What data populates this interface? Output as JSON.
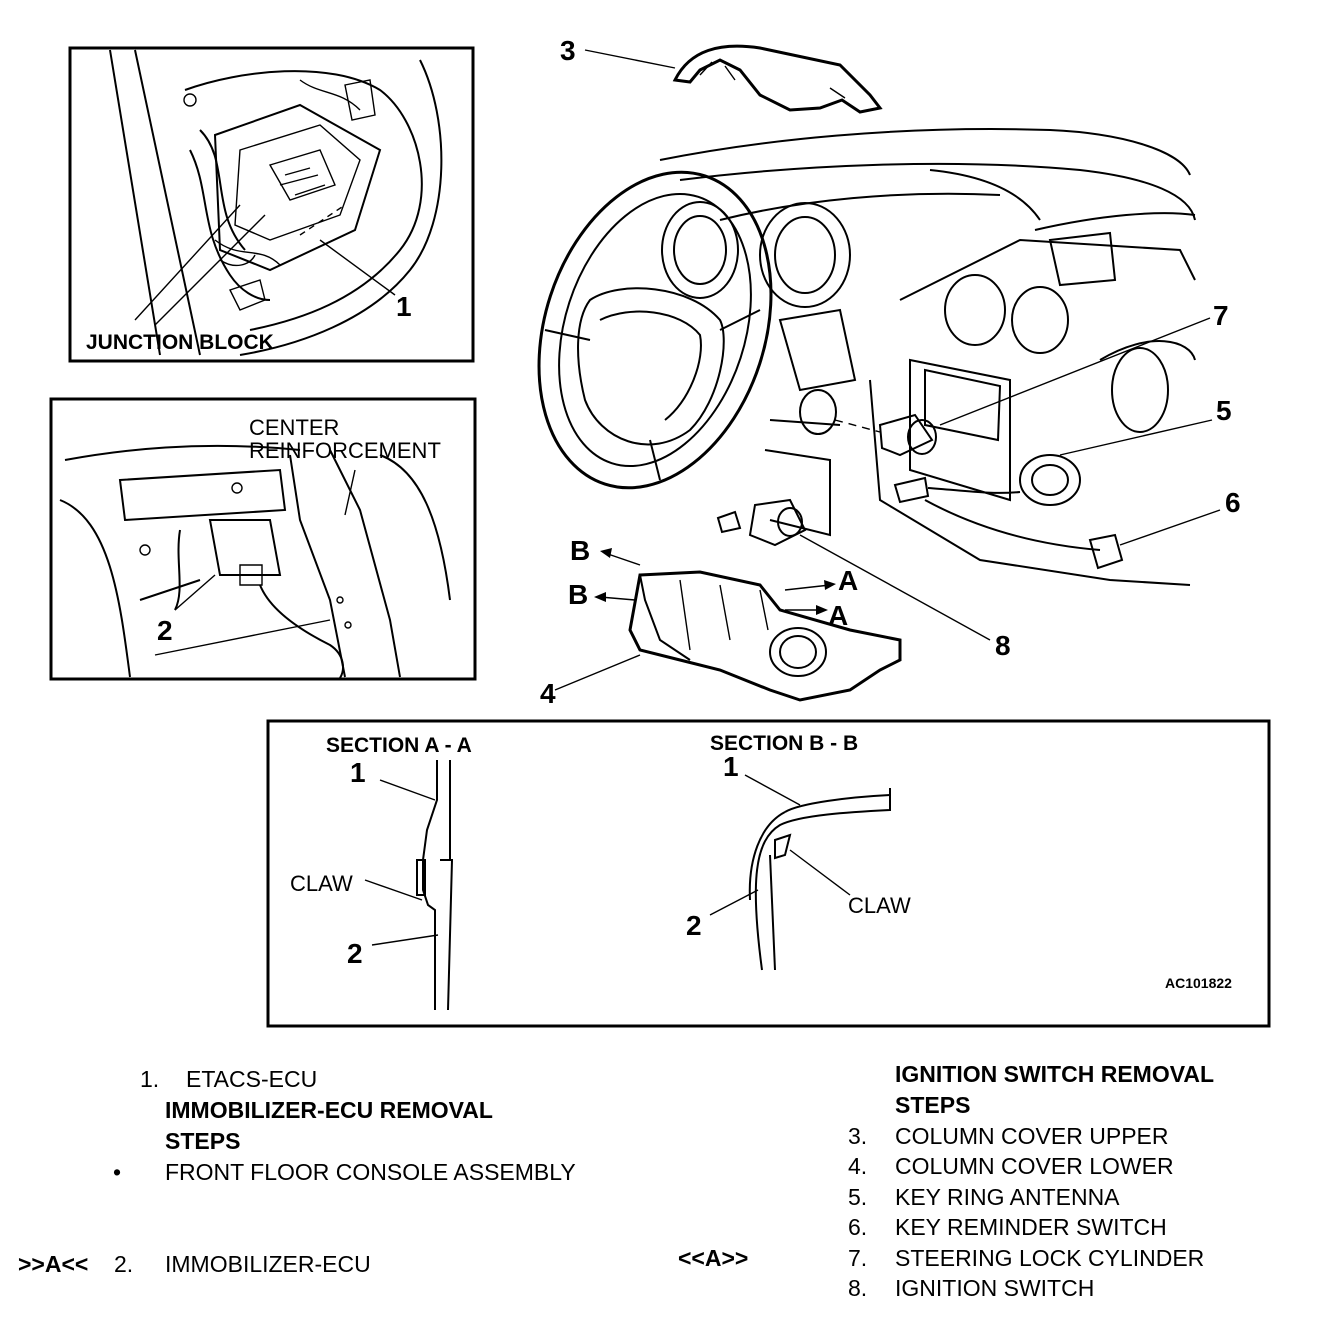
{
  "callouts": {
    "junction_block": "JUNCTION BLOCK",
    "center_reinforcement_1": "CENTER",
    "center_reinforcement_2": "REINFORCEMENT",
    "n1": "1",
    "n2": "2",
    "n3": "3",
    "n4": "4",
    "n5": "5",
    "n6": "6",
    "n7": "7",
    "n8": "8",
    "a": "A",
    "b": "B"
  },
  "sections": {
    "aa_title": "SECTION A - A",
    "bb_title": "SECTION B - B",
    "claw": "CLAW",
    "one": "1",
    "two": "2",
    "code": "AC101822"
  },
  "legend_left": {
    "item1_num": "1.",
    "item1_text": "ETACS-ECU",
    "heading_1": "IMMOBILIZER-ECU REMOVAL",
    "heading_2": "STEPS",
    "bullet": "•",
    "bullet_text": "FRONT FLOOR CONSOLE ASSEMBLY",
    "ref": ">>A<<",
    "item2_num": "2.",
    "item2_text": "IMMOBILIZER-ECU"
  },
  "legend_right": {
    "heading_1": "IGNITION SWITCH REMOVAL",
    "heading_2": "STEPS",
    "ref": "<<A>>",
    "items": [
      {
        "num": "3.",
        "text": "COLUMN COVER UPPER"
      },
      {
        "num": "4.",
        "text": "COLUMN COVER LOWER"
      },
      {
        "num": "5.",
        "text": "KEY RING ANTENNA"
      },
      {
        "num": "6.",
        "text": "KEY REMINDER SWITCH"
      },
      {
        "num": "7.",
        "text": "STEERING LOCK CYLINDER"
      },
      {
        "num": "8.",
        "text": "IGNITION SWITCH"
      }
    ]
  }
}
